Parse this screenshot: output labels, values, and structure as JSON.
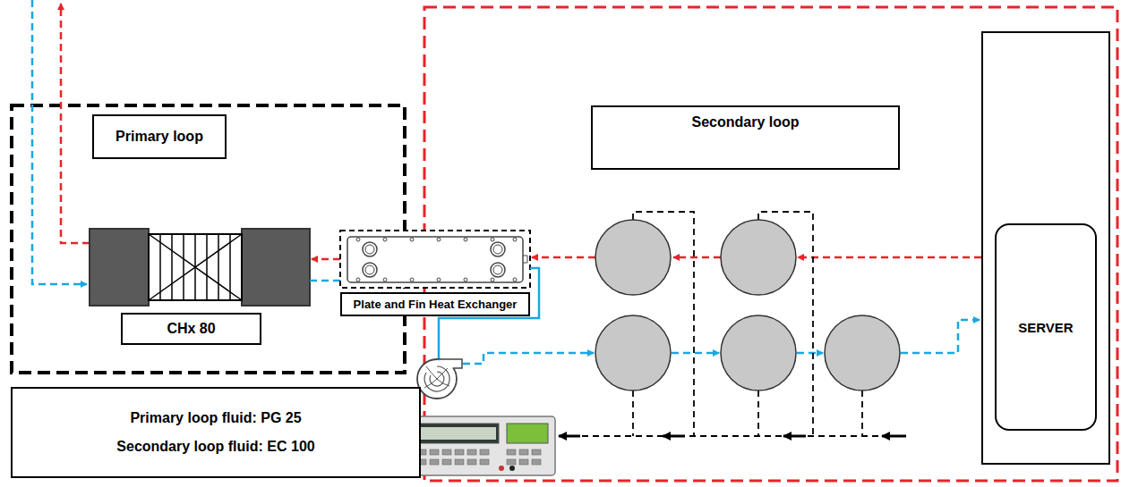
{
  "diagram": {
    "nodes": [
      {
        "text": [
          "Primary loop"
        ]
      },
      {
        "text": [
          "CHx 80"
        ]
      },
      {
        "text": [
          "Plate and Fin Heat Exchanger"
        ]
      },
      {
        "text": [
          "Primary loop fluid: PG 25",
          "Secondary loop fluid: EC 100"
        ]
      },
      {
        "text": [
          "Secondary loop"
        ]
      },
      {
        "text": [
          "SERVER"
        ]
      }
    ]
  }
}
